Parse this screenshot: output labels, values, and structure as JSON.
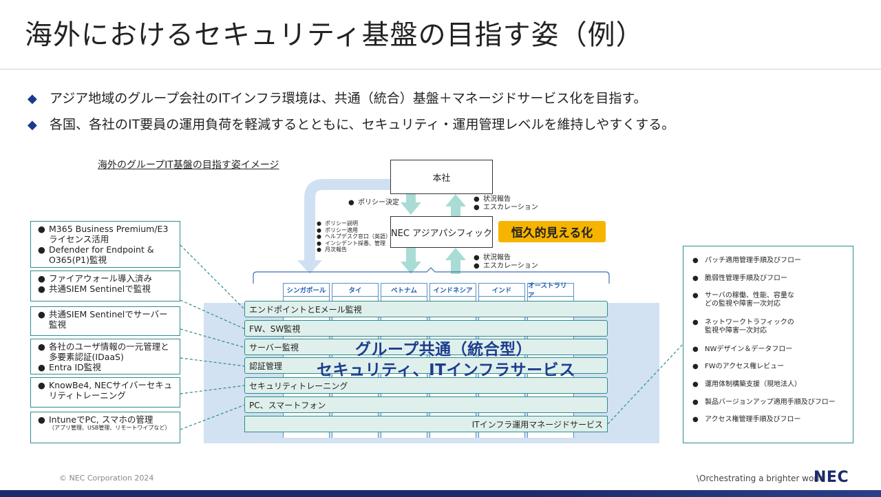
{
  "title": "海外におけるセキュリティ基盤の目指す姿（例）",
  "bullets": [
    "アジア地域のグループ会社のITインフラ環境は、共通（統合）基盤＋マネージドサービス化を目指す。",
    "各国、各社のIT要員の運用負荷を軽減するとともに、セキュリティ・運用管理レベルを維持しやすくする。"
  ],
  "diagram": {
    "subtitle": "海外のグループIT基盤の目指す姿イメージ",
    "hq": "本社",
    "apac": "NEC アジアパシフィック",
    "badge": "恒久的見える化",
    "policy_decision": "ポリシー決定",
    "report_up_1": [
      "状況報告",
      "エスカレーション"
    ],
    "report_up_2": [
      "状況報告",
      "エスカレーション"
    ],
    "apac_down": [
      "ポリシー説明",
      "ポリシー適用",
      "ヘルプデスク窓口（英語）",
      "インシデント採番、管理",
      "月次報告"
    ],
    "countries": [
      "シンガポール",
      "タイ",
      "ベトナム",
      "インドネシア",
      "インド",
      "オーストラリア"
    ],
    "layers": [
      "エンドポイントとEメール監視",
      "FW、SW監視",
      "サーバー監視",
      "認証管理",
      "セキュリティトレーニング",
      "PC、スマートフォン",
      "ITインフラ運用マネージドサービス"
    ],
    "overlay_line1": "グループ共通（統合型）",
    "overlay_line2": "セキュリティ、ITインフラサービス",
    "left_boxes": [
      {
        "items": [
          "M365 Business Premium/E3ライセンス活用",
          "Defender for Endpoint & O365(P1)監視"
        ]
      },
      {
        "items": [
          "ファイアウォール導入済み",
          "共通SIEM Sentinelで監視"
        ]
      },
      {
        "items": [
          "共通SIEM Sentinelでサーバー監視"
        ]
      },
      {
        "items": [
          "各社のユーザ情報の一元管理と多要素認証(IDaaS)",
          "Entra ID監視"
        ]
      },
      {
        "items": [
          "KnowBe4, NECサイバーセキュリティトレーニング"
        ]
      },
      {
        "items": [
          "IntuneでPC, スマホの管理"
        ],
        "sub": "（アプリ管理、USB管理、リモートワイプなど）"
      }
    ],
    "right_items": [
      "パッチ適用管理手順及びフロー",
      "脆弱性管理手順及びフロー",
      "サーバの稼働、性能、容量などの監視や障害一次対応",
      "ネットワークトラフィックの監視や障害一次対応",
      "NWデザイン＆データフロー",
      "FWのアクセス権レビュー",
      "運用体制構築支援（現地法人）",
      "製品バージョンアップ適用手順及びフロー",
      "アクセス権管理手順及びフロー"
    ]
  },
  "footer": {
    "copyright": "© NEC Corporation 2024",
    "tagline": "\\Orchestrating a brighter world",
    "logo": "NEC"
  },
  "colors": {
    "accent": "#1a3a8f",
    "badge": "#f6b400",
    "teal": "#2e8b8b",
    "panel": "#d2e2f2",
    "arrow": "#a8dcd4",
    "arrow_blue": "#cfe0f3"
  }
}
